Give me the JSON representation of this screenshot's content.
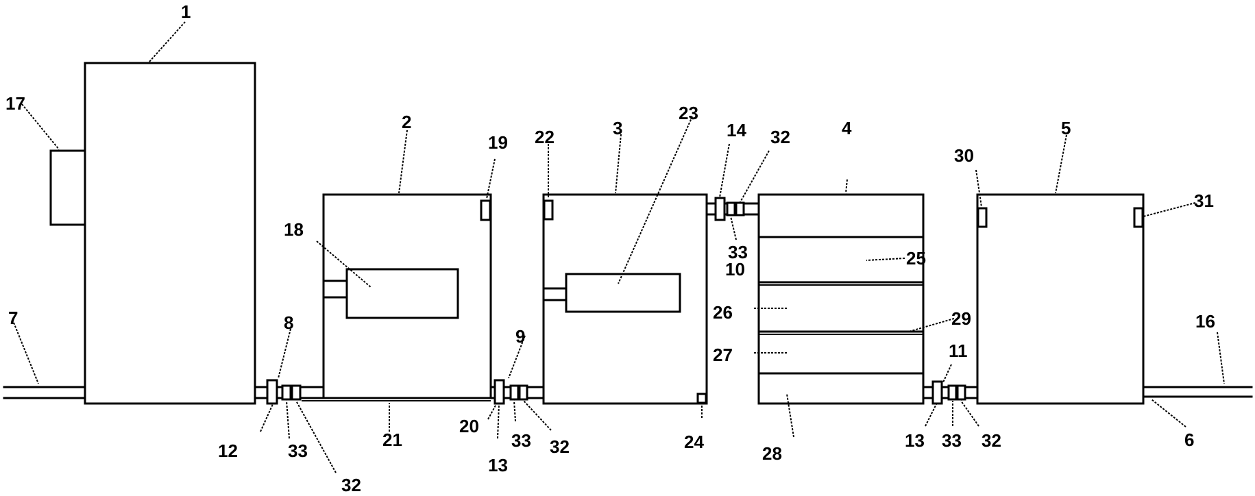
{
  "labels": {
    "l1": "1",
    "l2": "2",
    "l3": "3",
    "l4": "4",
    "l5": "5",
    "l6": "6",
    "l7": "7",
    "l8": "8",
    "l9": "9",
    "l10": "10",
    "l11": "11",
    "l12": "12",
    "l13a": "13",
    "l13b": "13",
    "l14": "14",
    "l16": "16",
    "l17": "17",
    "l18": "18",
    "l19": "19",
    "l20": "20",
    "l21": "21",
    "l22": "22",
    "l23": "23",
    "l24": "24",
    "l25": "25",
    "l26": "26",
    "l27": "27",
    "l28": "28",
    "l29": "29",
    "l30": "30",
    "l31": "31",
    "l32a": "32",
    "l32b": "32",
    "l32c": "32",
    "l32d": "32",
    "l33a": "33",
    "l33b": "33",
    "l33c": "33",
    "l33d": "33"
  }
}
